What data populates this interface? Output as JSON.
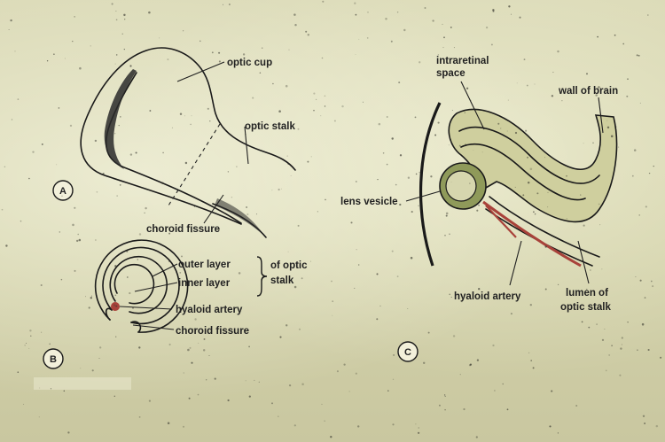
{
  "panel_a": {
    "marker": "A",
    "labels": {
      "optic_cup": "optic cup",
      "optic_stalk": "optic stalk",
      "choroid_fissure": "choroid fissure"
    }
  },
  "panel_b": {
    "marker": "B",
    "labels": {
      "outer_layer": "outer layer",
      "inner_layer": "inner layer",
      "of_optic": "of optic",
      "stalk": "stalk",
      "hyaloid_artery": "hyaloid artery",
      "choroid_fissure": "choroid fissure"
    }
  },
  "panel_c": {
    "marker": "C",
    "labels": {
      "intraretinal_1": "intraretinal",
      "intraretinal_2": "space",
      "wall_of_brain": "wall of brain",
      "lens_vesicle": "lens vesicle",
      "hyaloid_artery": "hyaloid artery",
      "lumen_1": "lumen of",
      "lumen_2": "optic stalk"
    }
  },
  "colors": {
    "paper": "#d6d5ae",
    "outline": "#1a1a1a",
    "artery": "#a8423a",
    "lens_fill": "#8f9a5a"
  }
}
